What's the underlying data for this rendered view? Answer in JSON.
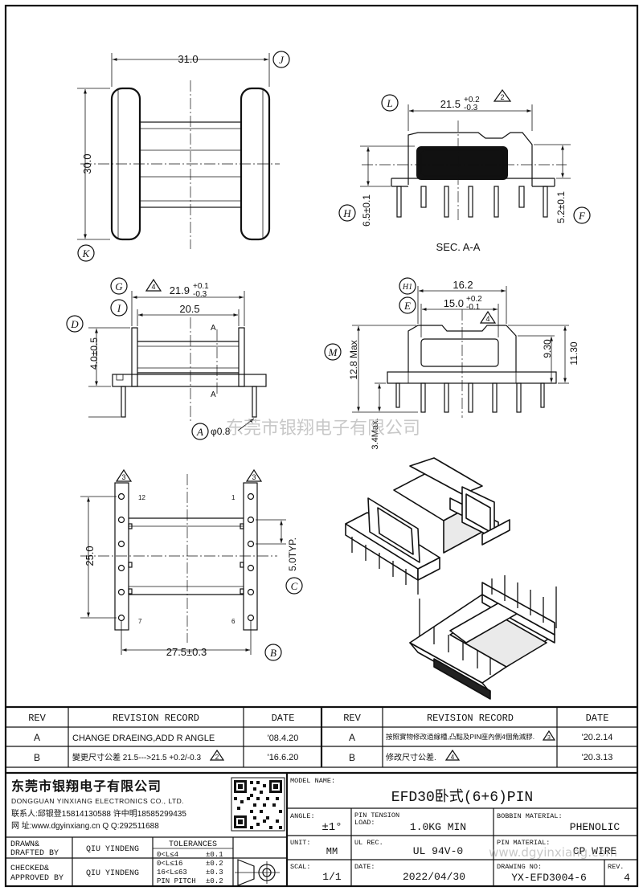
{
  "dimensions": {
    "top_width": "31.0",
    "top_height": "30.0",
    "section_width": "21.5",
    "section_width_tol_hi": "+0.2",
    "section_width_tol_lo": "-0.3",
    "section_left_height": "6.5±0.1",
    "section_right_height": "5.2±0.1",
    "section_title": "SEC. A-A",
    "side_total": "21.9",
    "side_total_tol_hi": "+0.1",
    "side_total_tol_lo": "-0.3",
    "side_inner": "20.5",
    "side_pin_height": "4.0±0.5",
    "section_marker": "A",
    "pin_diameter": "φ0.8",
    "front_width": "16.2",
    "front_inner": "15.0",
    "front_inner_tol_hi": "+0.2",
    "front_inner_tol_lo": "-0.1",
    "front_max_height": "12.8 Max",
    "front_h1": "9.30",
    "front_h2": "11.30",
    "front_pin_max": "3.4Max.",
    "bottom_height": "25.0",
    "bottom_pitch": "5.0TYP.",
    "bottom_width": "27.5±0.3",
    "pin_num_12": "12",
    "pin_num_1": "1",
    "pin_num_7": "7",
    "pin_num_6": "6"
  },
  "callouts": {
    "J": "J",
    "K": "K",
    "L": "L",
    "H": "H",
    "F": "F",
    "G": "G",
    "I": "I",
    "D": "D",
    "A": "A",
    "H1": "H1",
    "E": "E",
    "M": "M",
    "C": "C",
    "B": "B"
  },
  "triangle_marks": {
    "two": "2",
    "three": "3",
    "four": "4"
  },
  "watermark_center": "东莞市银翔电子有限公司",
  "watermark_corner": "www.dgyinxiang.com",
  "revisions": {
    "headers": {
      "rev": "REV",
      "record": "REVISION RECORD",
      "date": "DATE"
    },
    "left": [
      {
        "rev": "A",
        "record": "CHANGE DRAEING,ADD R ANGLE",
        "date": "'08.4.20"
      },
      {
        "rev": "B",
        "record": "變更尺寸公差 21.5--->21.5 +0.2/-0.3",
        "mark": "2",
        "date": "'16.6.20"
      }
    ],
    "right": [
      {
        "rev": "A",
        "record": "按照實物修改過線槽,凸點及PIN座內側4個角減膠.",
        "mark": "3",
        "date": "'20.2.14"
      },
      {
        "rev": "B",
        "record": "修改尺寸公差.",
        "mark": "4",
        "date": "'20.3.13"
      }
    ]
  },
  "company": {
    "name_cn": "东莞市银翔电子有限公司",
    "name_en": "DONGGUAN YINXIANG ELECTRONICS CO., LTD.",
    "contact1": "联系人:邱银登15814130588 许中明18585299435",
    "contact2": "网  址:www.dgyinxiang.cn   Q Q:292511688"
  },
  "title_block": {
    "model_label": "MODEL NAME:",
    "model_value": "EFD30卧式(6+6)PIN",
    "angle_label": "ANGLE:",
    "angle_value": "±1°",
    "pin_tension_label_1": "PIN TENSION",
    "pin_tension_label_2": "LOAD:",
    "pin_tension_value": "1.0KG MIN",
    "bobbin_material_label": "BOBBIN MATERIAL:",
    "bobbin_material_value": "PHENOLIC",
    "unit_label": "UNIT:",
    "unit_value": "MM",
    "ul_label": "UL REC.",
    "ul_value": "UL 94V-0",
    "pin_material_label": "PIN MATERIAL:",
    "pin_material_value": "CP WIRE",
    "scale_label": "SCAL:",
    "scale_value": "1/1",
    "date_label": "DATE:",
    "date_value": "2022/04/30",
    "drawing_no_label": "DRAWING NO:",
    "drawing_no_value": "YX-EFD3004-6",
    "rev_label": "REV.",
    "rev_value": "4"
  },
  "signoff": {
    "drawn_label_1": "DRAWN&",
    "drawn_label_2": "DRAFTED BY",
    "drawn_by": "QIU YINDENG",
    "checked_label_1": "CHECKED&",
    "checked_label_2": "APPROVED BY",
    "checked_by": "QIU YINDENG",
    "tolerances_label": "TOLERANCES",
    "tolerances": [
      {
        "range": "0<L≤4",
        "tol": "±0.1"
      },
      {
        "range": "0<L≤16",
        "tol": "±0.2"
      },
      {
        "range": "16<L≤63",
        "tol": "±0.3"
      },
      {
        "range": "PIN PITCH",
        "tol": "±0.2"
      }
    ]
  }
}
